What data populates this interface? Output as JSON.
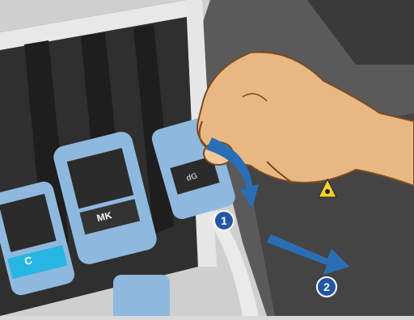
{
  "illustration": {
    "cartridge_labels": {
      "cyan": "C",
      "matte_black": "MK",
      "third": "dG"
    },
    "steps": [
      {
        "number": "1"
      },
      {
        "number": "2"
      }
    ],
    "colors": {
      "cartridge_blue": "#8fb8de",
      "cyan_label": "#27b6e2",
      "arrow_blue": "#2a6fb5",
      "badge_blue": "#2456a6",
      "warning_yellow": "#f2d22a",
      "printer_dark": "#2b2b2b"
    },
    "icons": [
      "hand-icon",
      "warning-icon",
      "curved-arrow-icon",
      "pull-arrow-icon"
    ]
  }
}
